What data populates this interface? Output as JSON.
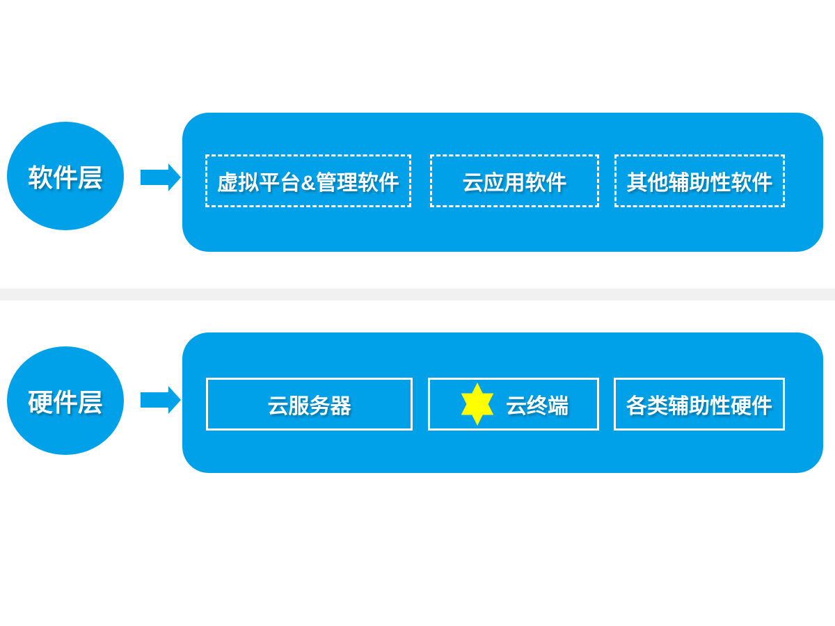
{
  "colors": {
    "primary_blue": "#00A1E9",
    "divider_gray": "#F1F1F1",
    "star_yellow": "#FFFF00",
    "text_white": "#FFFFFF"
  },
  "software_layer": {
    "circle_label": "软件层",
    "items": [
      {
        "label": "虚拟平台&管理软件",
        "style": "dashed"
      },
      {
        "label": "云应用软件",
        "style": "dashed"
      },
      {
        "label": "其他辅助性软件",
        "style": "dashed"
      }
    ]
  },
  "hardware_layer": {
    "circle_label": "硬件层",
    "items": [
      {
        "label": "云服务器",
        "style": "solid"
      },
      {
        "label": "云终端",
        "style": "solid",
        "icon": "six-pointed-star"
      },
      {
        "label": "各类辅助性硬件",
        "style": "solid"
      }
    ]
  }
}
